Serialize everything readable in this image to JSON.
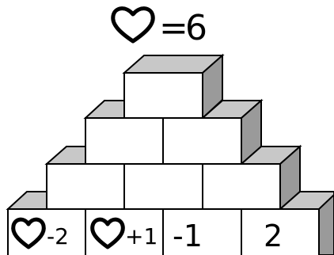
{
  "equation": {
    "symbol": "heart",
    "operator": "=",
    "value": "6"
  },
  "pyramid": {
    "top_row": [
      ""
    ],
    "row_3": [
      "",
      ""
    ],
    "row_2": [
      "",
      "",
      ""
    ],
    "bottom_row": [
      {
        "symbol": "heart",
        "text": "-2"
      },
      {
        "symbol": "heart",
        "text": "+1"
      },
      {
        "symbol": "",
        "text": "-1"
      },
      {
        "symbol": "",
        "text": "2"
      }
    ]
  },
  "colors": {
    "block_face": "#ffffff",
    "block_side": "#9a9a9a",
    "block_top": "#c8c8c8",
    "outline": "#000000"
  }
}
